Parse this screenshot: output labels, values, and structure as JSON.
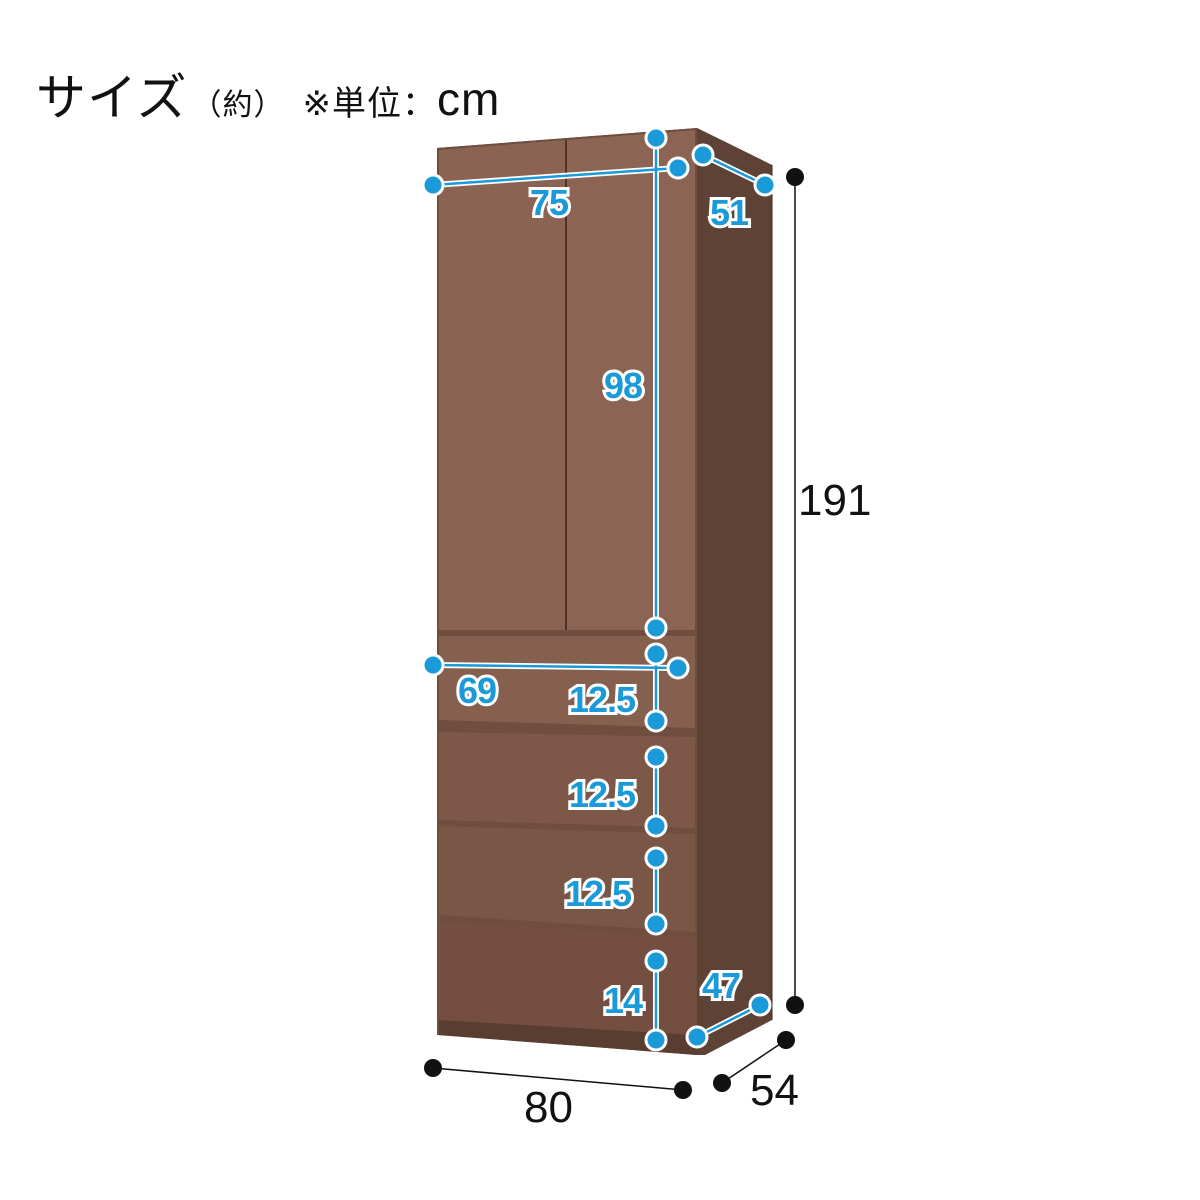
{
  "header": {
    "title": "サイズ",
    "approx": "（約）",
    "unit_prefix": "※単位：",
    "unit": "cm"
  },
  "colors": {
    "front": "#8a6352",
    "side": "#5e4236",
    "top": "#7a5646",
    "accent_blue": "#1a9ad9",
    "outer_dim": "#111111"
  },
  "dimensions": {
    "inner": {
      "door_width": "75",
      "door_depth": "51",
      "door_height": "98",
      "drawer_width": "69",
      "drawer1_height": "12.5",
      "drawer2_height": "12.5",
      "drawer3_height": "12.5",
      "drawer4_height": "14",
      "drawer_depth": "47"
    },
    "outer": {
      "height": "191",
      "width": "80",
      "depth": "54"
    }
  }
}
